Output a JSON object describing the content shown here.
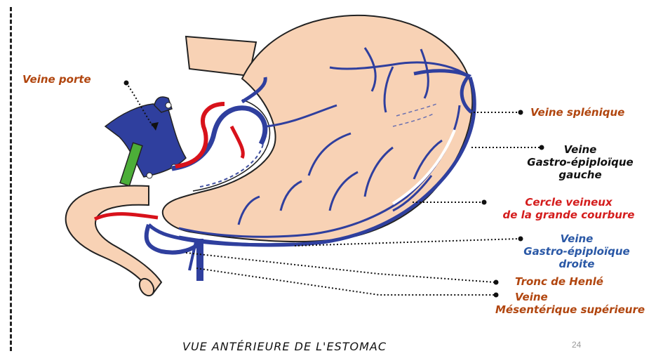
{
  "labels": {
    "veine_porte": "Veine porte",
    "veine_splenique": "Veine splénique",
    "gastro_gauche": [
      "Veine",
      "Gastro-épiploïque",
      "gauche"
    ],
    "cercle": [
      "Cercle veineux",
      "de la grande courbure"
    ],
    "gastro_droite": [
      "Veine",
      "Gastro-épiploïque",
      "droite"
    ],
    "tronc": "Tronc de Henlé",
    "mesenterique": [
      "Veine",
      "Mésentérique supérieure"
    ]
  },
  "caption": "VUE ANTÉRIEURE DE L'ESTOMAC",
  "page_number": "24",
  "colors": {
    "stomach": "#f8d2b5",
    "vein": "#2f3f9e",
    "artery": "#d8121b",
    "bile_duct": "#4cae38",
    "label_brown": "#b1460f",
    "label_black": "#111111",
    "label_red": "#d41d1d",
    "label_blue": "#2a58a6"
  }
}
